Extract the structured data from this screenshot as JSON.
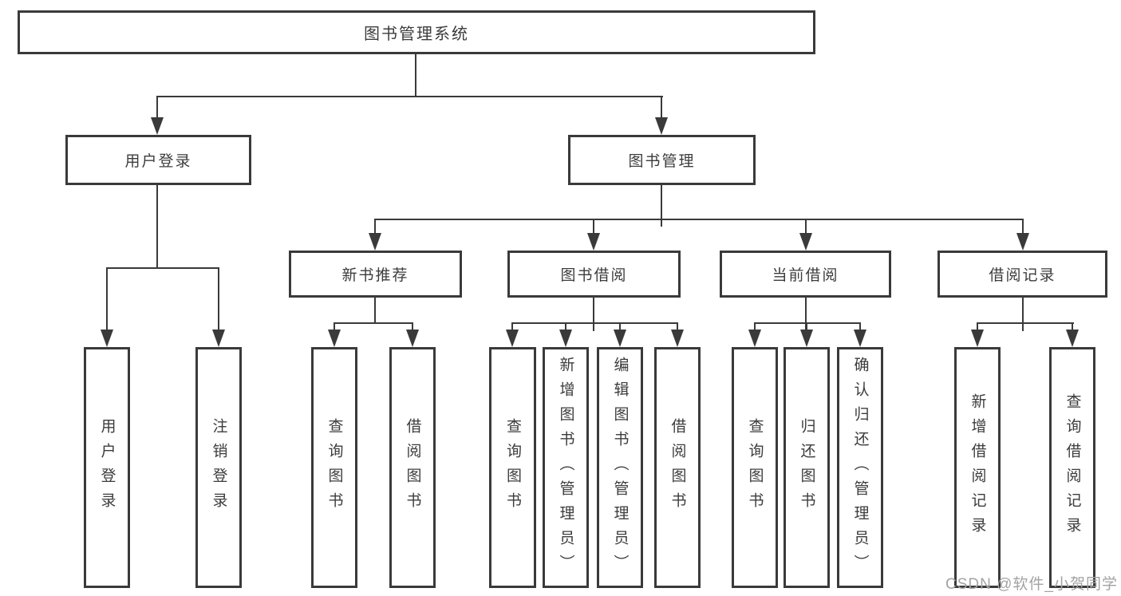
{
  "tree": {
    "root": "图书管理系统",
    "branches": [
      {
        "label": "用户登录",
        "children": [
          "用户登录",
          "注销登录"
        ]
      },
      {
        "label": "图书管理",
        "sections": [
          {
            "label": "新书推荐",
            "children": [
              "查询图书",
              "借阅图书"
            ]
          },
          {
            "label": "图书借阅",
            "children": [
              "查询图书",
              "新增图书（管理员）",
              "编辑图书（管理员）",
              "借阅图书"
            ]
          },
          {
            "label": "当前借阅",
            "children": [
              "查询图书",
              "归还图书",
              "确认归还（管理员）"
            ]
          },
          {
            "label": "借阅记录",
            "children": [
              "新增借阅记录",
              "查询借阅记录"
            ]
          }
        ]
      }
    ]
  },
  "watermark": "CSDN @软件_小贺同学",
  "colors": {
    "line": "#3a3a3a",
    "box_background": "#ffffff",
    "text": "#3c3c3c",
    "watermark": "#a3a3a3"
  }
}
